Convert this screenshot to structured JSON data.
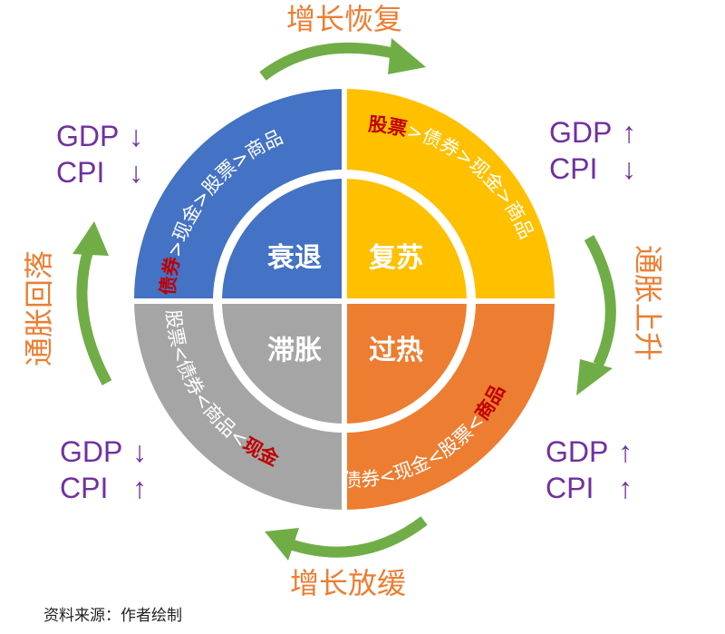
{
  "phases": {
    "recession": {
      "name": "衰退",
      "gdp": "↓",
      "cpi": "↓",
      "ranking": [
        "债券",
        ">",
        "现金",
        ">",
        "股票",
        ">",
        "商品"
      ]
    },
    "recovery": {
      "name": "复苏",
      "gdp": "↑",
      "cpi": "↓",
      "ranking": [
        "股票",
        ">",
        "债券",
        ">",
        "现金",
        ">",
        "商品"
      ]
    },
    "overheat": {
      "name": "过热",
      "gdp": "↑",
      "cpi": "↑",
      "ranking": [
        "债券",
        "<",
        "现金",
        "<",
        "股票",
        "<",
        "商品"
      ]
    },
    "stagflation": {
      "name": "滞胀",
      "gdp": "↓",
      "cpi": "↑",
      "ranking": [
        "股票",
        "<",
        "债券",
        "<",
        "商品",
        "<",
        "现金"
      ]
    }
  },
  "transitions": {
    "top": "增长恢复",
    "right": "通胀上升",
    "bottom": "增长放缓",
    "left": "通胀回落"
  },
  "indicator_labels": {
    "gdp": "GDP",
    "cpi": "CPI"
  },
  "source": "资料来源：作者绘制",
  "colors": {
    "recession": "#4472C4",
    "recovery": "#FFC000",
    "overheat": "#ED7D31",
    "stagflation": "#A5A5A5",
    "highlight": "#C00000",
    "indicator": "#7030A0",
    "transition_text": "#ED7D31",
    "arrow": "#70AD47"
  }
}
